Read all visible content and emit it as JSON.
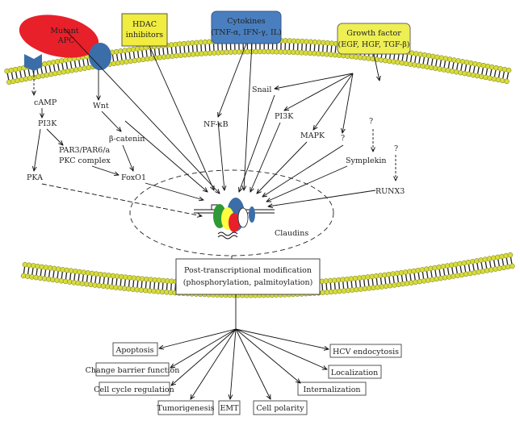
{
  "top_boxes": {
    "mutant_apc": "Mutant APC",
    "hdac": [
      "HDAC",
      "inhibitors"
    ],
    "cytokines": [
      "Cytokines",
      "(TNF-α, IFN-γ, IL)"
    ],
    "growth_factor": [
      "Growth factor",
      "(EGF, HGF, TGF-β)"
    ]
  },
  "pathway_labels": {
    "camp": "cAMP",
    "pi3k_left": "PI3K",
    "wnt": "Wnt",
    "par_complex": [
      "PAR3/PAR6/a",
      "PKC complex"
    ],
    "beta_catenin": "β-catenin",
    "pka": "PKA",
    "foxo1": "FoxO1",
    "nfkb": "NF-κB",
    "snail": "Snail",
    "pi3k_right": "PI3K",
    "mapk": "MAPK",
    "q1": "?",
    "q2": "?",
    "q3": "?",
    "symplekin": "Symplekin",
    "runx3": "RUNX3"
  },
  "nucleus_label": "Claudins",
  "ptm_box": [
    "Post-transcriptional modification",
    "(phosphorylation, palmitoylation)"
  ],
  "outcomes": {
    "apoptosis": "Apoptosis",
    "barrier": "Change barrier function",
    "cellcycle": "Cell cycle regulation",
    "tumorigenesis": "Tumorigenesis",
    "emt": "EMT",
    "polarity": "Cell polarity",
    "internalization": "Internalization",
    "localization": "Localization",
    "hcv": "HCV endocytosis"
  },
  "colors": {
    "mutant_apc": "#e8202a",
    "receptor": "#3b6ea8",
    "hdac_box": "#f0ec40",
    "cytokine_box": "#4a7fbf",
    "growth_box": "#eeee55",
    "membrane_head": "#d7dc3a",
    "membrane_tail": "#222222"
  }
}
